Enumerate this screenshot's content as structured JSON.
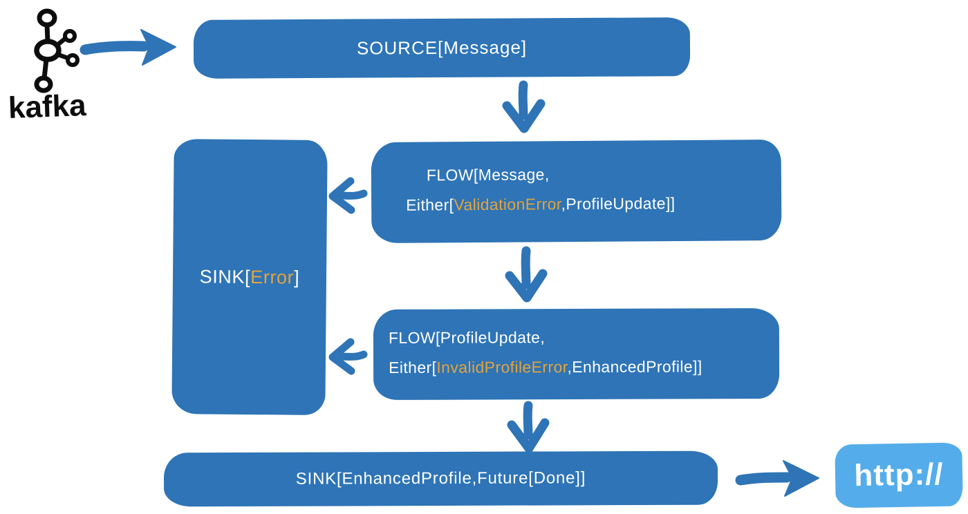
{
  "colors": {
    "node_blue": "#2E74B6",
    "http_blue": "#54ADEA",
    "error_orange": "#E5A33D",
    "text_white": "#FFFFFF",
    "ink_black": "#0D0D0D",
    "background": "#FFFFFF"
  },
  "kafka": {
    "label": "kafka"
  },
  "nodes": {
    "source": {
      "label": "SOURCE[Message]"
    },
    "flow1": {
      "line1": "FLOW[Message,",
      "line2_prefix": "Either[",
      "line2_error": "ValidationError",
      "line2_suffix": ",ProfileUpdate]]"
    },
    "sink_error": {
      "prefix": "SINK[",
      "error": "Error",
      "suffix": "]"
    },
    "flow2": {
      "line1": "FLOW[ProfileUpdate,",
      "line2_prefix": "Either[",
      "line2_error": "InvalidProfileError",
      "line2_suffix": ",EnhancedProfile]]"
    },
    "sink_done": {
      "label": "SINK[EnhancedProfile,Future[Done]]"
    },
    "http": {
      "label": "http://"
    }
  },
  "edges": [
    {
      "from": "kafka-logo",
      "to": "source"
    },
    {
      "from": "source",
      "to": "flow1"
    },
    {
      "from": "flow1",
      "to": "sink-error"
    },
    {
      "from": "flow1",
      "to": "flow2"
    },
    {
      "from": "flow2",
      "to": "sink-error"
    },
    {
      "from": "flow2",
      "to": "sink-done"
    },
    {
      "from": "sink-done",
      "to": "http-endpoint"
    }
  ]
}
